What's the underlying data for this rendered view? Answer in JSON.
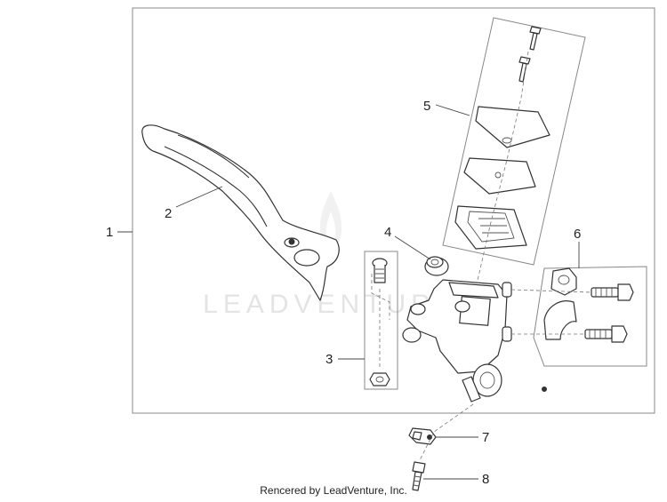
{
  "callouts": {
    "c1": "1",
    "c2": "2",
    "c3": "3",
    "c4": "4",
    "c5": "5",
    "c6": "6",
    "c7": "7",
    "c8": "8"
  },
  "watermark": {
    "text": "LEADVENTURE"
  },
  "credit": "Rencered by LeadVenture, Inc."
}
